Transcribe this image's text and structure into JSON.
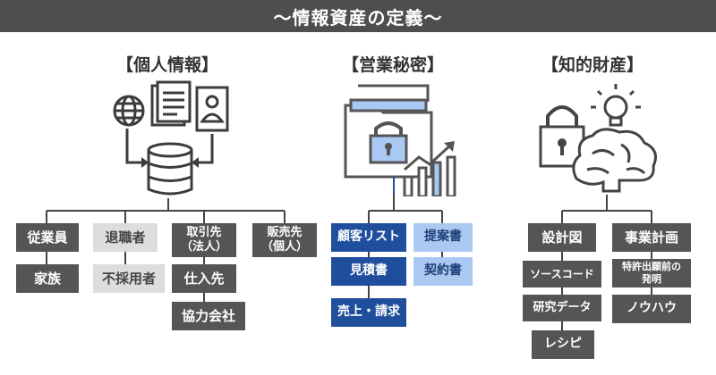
{
  "header": {
    "title": "〜情報資産の定義〜"
  },
  "colors": {
    "header_bg": "#4e4e4e",
    "dark_box": "#555555",
    "light_box": "#dddddd",
    "navy_box": "#1f4e9c",
    "sky_box": "#a9c8f2",
    "line": "#444444"
  },
  "sections": {
    "personal": {
      "title": "【個人情報】",
      "icons": [
        "globe-icon",
        "document-icon",
        "id-card-icon",
        "database-icon"
      ],
      "categories": {
        "employee": "従業員",
        "family": "家族",
        "retired": "退職者",
        "rejected": "不採用者",
        "client_line1": "取引先",
        "client_line2": "（法人）",
        "supplier": "仕入先",
        "partner": "協力会社",
        "seller_line1": "販売先",
        "seller_line2": "（個人）"
      }
    },
    "trade_secret": {
      "title": "【営業秘密】",
      "icons": [
        "locked-folder-icon",
        "growth-chart-icon"
      ],
      "categories": {
        "customer_list": "顧客リスト",
        "proposal": "提案書",
        "estimate": "見積書",
        "contract": "契約書",
        "sales_billing": "売上・請求"
      }
    },
    "ip": {
      "title": "【知的財産】",
      "icons": [
        "padlock-icon",
        "lightbulb-icon",
        "brain-icon"
      ],
      "categories": {
        "design_drawing": "設計図",
        "business_plan": "事業計画",
        "source_code": "ソースコード",
        "patent_line1": "特許出願前の",
        "patent_line2": "発明",
        "research_data": "研究データ",
        "knowhow": "ノウハウ",
        "recipe": "レシピ"
      }
    }
  }
}
